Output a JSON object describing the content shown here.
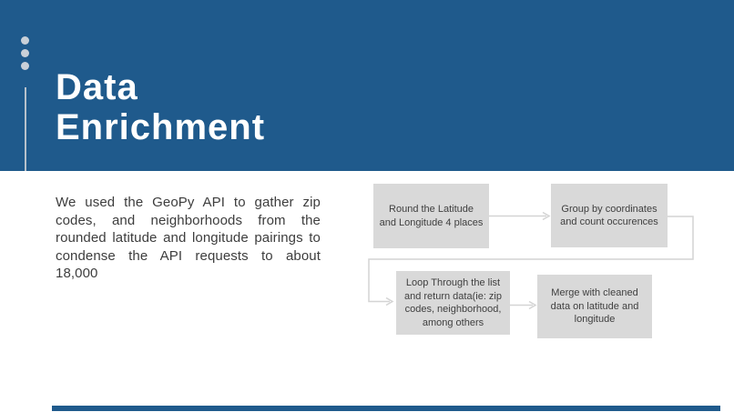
{
  "slide": {
    "title_lines": [
      "Data",
      "Enrichment"
    ],
    "body_text": "We used the GeoPy API to gather zip codes, and neighborhoods from the rounded latitude and longitude pairings to condense the API requests to about 18,000",
    "colors": {
      "header_blue": "#1f5a8c",
      "box_gray": "#d9d9d9",
      "connector_gray": "#d4d4d4",
      "body_text_color": "#3d3d3d",
      "accent_dot_gray": "#c9d0d8"
    }
  },
  "flowchart": {
    "boxes": [
      {
        "id": "round",
        "lines": [
          "Round the Latitude",
          "and Longitude 4 places"
        ]
      },
      {
        "id": "group",
        "lines": [
          "Group  by coordinates",
          "and count occurences"
        ]
      },
      {
        "id": "loop",
        "lines": [
          "Loop Through the list",
          "and return data(ie: zip",
          "codes, neighborhood,",
          "among others"
        ]
      },
      {
        "id": "merge",
        "lines": [
          "Merge with cleaned",
          "data on latitude and",
          "longitude"
        ]
      }
    ]
  }
}
